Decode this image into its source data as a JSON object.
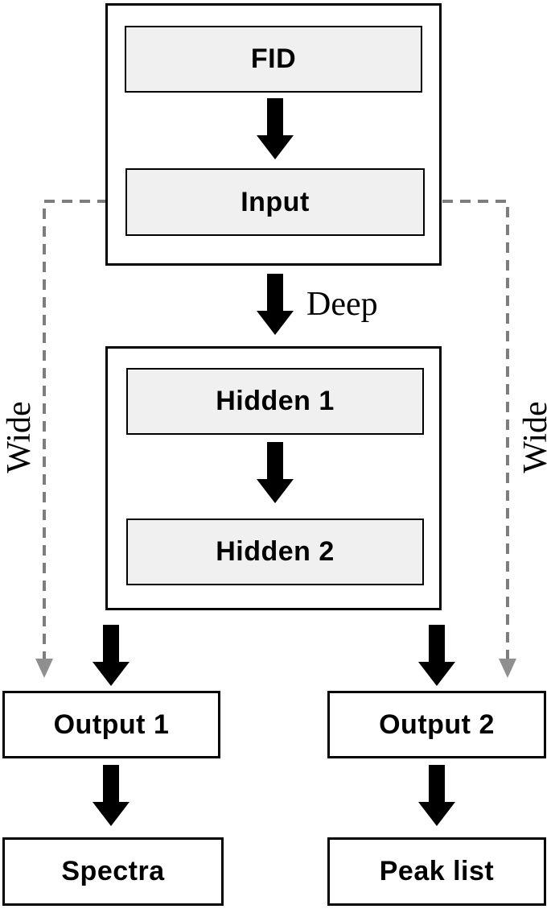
{
  "figure": {
    "kind": "neural-network-flow-diagram",
    "nodes": {
      "fid": {
        "label": "FID"
      },
      "input": {
        "label": "Input"
      },
      "hidden1": {
        "label": "Hidden 1"
      },
      "hidden2": {
        "label": "Hidden 2"
      },
      "output1": {
        "label": "Output 1"
      },
      "output2": {
        "label": "Output 2"
      },
      "spectra": {
        "label": "Spectra"
      },
      "peak_list": {
        "label": "Peak list"
      }
    },
    "labels": {
      "deep": "Deep",
      "wide_left": "Wide",
      "wide_right": "Wide"
    },
    "edges": [
      {
        "from": "fid",
        "to": "input",
        "style": "solid-black-arrow"
      },
      {
        "from": "input",
        "to": "hidden-group",
        "style": "solid-black-arrow",
        "label": "Deep"
      },
      {
        "from": "hidden1",
        "to": "hidden2",
        "style": "solid-black-arrow"
      },
      {
        "from": "hidden-group",
        "to": "output1",
        "style": "solid-black-arrow"
      },
      {
        "from": "hidden-group",
        "to": "output2",
        "style": "solid-black-arrow"
      },
      {
        "from": "output1",
        "to": "spectra",
        "style": "solid-black-arrow"
      },
      {
        "from": "output2",
        "to": "peak_list",
        "style": "solid-black-arrow"
      },
      {
        "from": "input",
        "to": "output1",
        "style": "dashed-gray-arrow",
        "label": "Wide"
      },
      {
        "from": "input",
        "to": "output2",
        "style": "dashed-gray-arrow",
        "label": "Wide"
      }
    ],
    "colors": {
      "background": "#ffffff",
      "box_fill_gray": "#f0f0f0",
      "box_fill_white": "#ffffff",
      "box_border": "#000000",
      "solid_arrow": "#000000",
      "dashed_line": "#7d7d7d",
      "dashed_arrowhead": "#8f8f8f"
    }
  }
}
